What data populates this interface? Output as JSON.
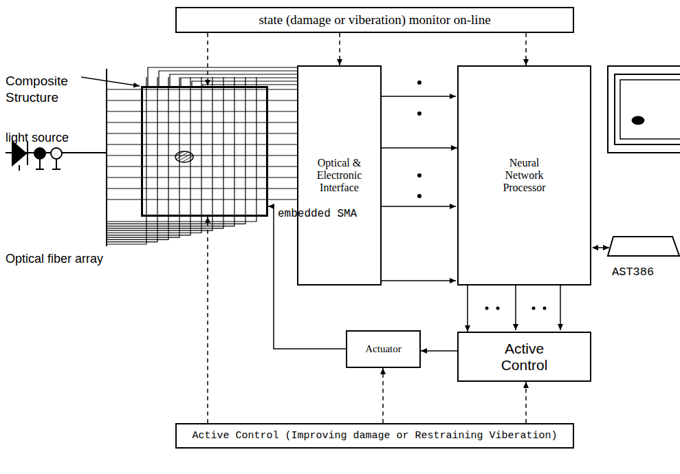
{
  "diagram": {
    "nodes": [
      {
        "text": [
          "state (damage or viberation) monitor on-line"
        ]
      },
      {
        "text": [
          "Composite Structure"
        ]
      },
      {
        "text": [
          "Optical & Electronic Interface"
        ]
      },
      {
        "text": [
          "Neural Network Processor"
        ]
      },
      {
        "text": [
          "Actuator"
        ]
      },
      {
        "text": [
          "Active Control"
        ]
      },
      {
        "text": [
          "Active Control (Improving damage or Restraining Viberation)"
        ]
      }
    ],
    "edges": [
      {
        "from": 0,
        "to": 1,
        "arrow": "to"
      },
      {
        "from": 0,
        "to": 2,
        "arrow": "to"
      },
      {
        "from": 0,
        "to": 3,
        "arrow": "to"
      },
      {
        "from": 1,
        "to": 2,
        "arrow": "none"
      },
      {
        "from": 2,
        "to": 3,
        "arrow": "to"
      },
      {
        "from": 3,
        "to": 5,
        "arrow": "to"
      },
      {
        "from": 5,
        "to": 4,
        "arrow": "to"
      },
      {
        "from": 4,
        "to": 1,
        "arrow": "to"
      },
      {
        "from": 6,
        "to": 1,
        "arrow": "to"
      },
      {
        "from": 6,
        "to": 4,
        "arrow": "to"
      },
      {
        "from": 6,
        "to": 5,
        "arrow": "to"
      }
    ],
    "labels": [
      "light source",
      "Optical fiber array",
      "embedded SMA",
      "AST386"
    ]
  }
}
